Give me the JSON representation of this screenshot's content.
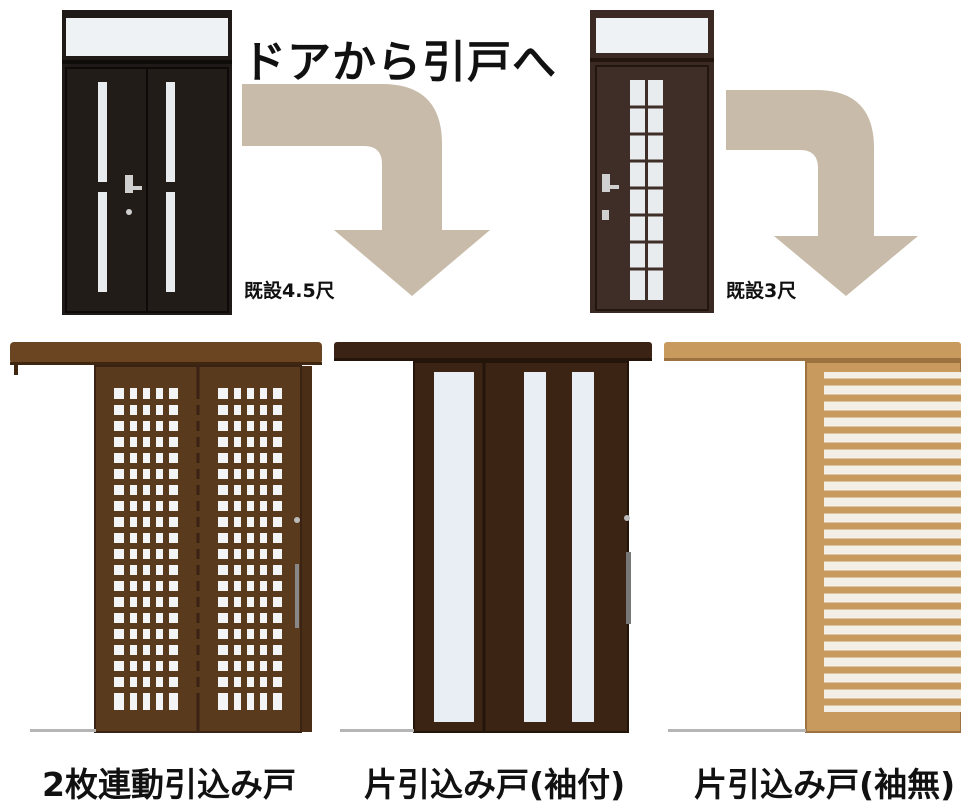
{
  "heading": "ドアから引戸へ",
  "existing_doors": [
    {
      "label": "既設4.5尺",
      "style": "double-swing-door"
    },
    {
      "label": "既設3尺",
      "style": "single-swing-door"
    }
  ],
  "sliding_doors": [
    {
      "caption": "2枚連動引込み戸",
      "style": "grid-lattice"
    },
    {
      "caption": "片引込み戸(袖付)",
      "style": "slit-glass"
    },
    {
      "caption": "片引込み戸(袖無)",
      "style": "horizontal-louver"
    }
  ],
  "colors": {
    "arrow": "#c8bba9",
    "dark_door": "#1f1a17",
    "brown_door": "#3b2a24",
    "wood_dark": "#5a3a1c",
    "wood_darker": "#3a2314",
    "wood_light": "#c99a5e",
    "glass": "#eef3f7"
  }
}
